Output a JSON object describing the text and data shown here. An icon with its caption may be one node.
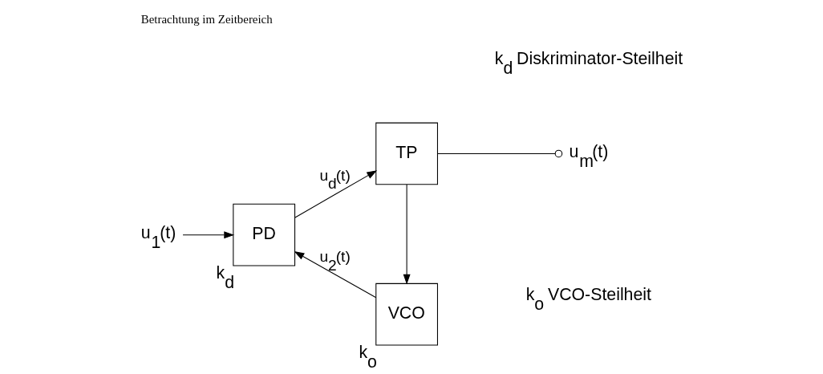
{
  "diagram": {
    "title": "Betrachtung im Zeitbereich",
    "nodes": [
      {
        "text": [
          "u$_{1}$(t)"
        ]
      },
      {
        "text": [
          "PD"
        ],
        "beside": [
          "k$_{d}$"
        ]
      },
      {
        "text": [
          "TP"
        ]
      },
      {
        "text": [
          "u$_{m}$(t)"
        ]
      },
      {
        "text": [
          "VCO"
        ],
        "beside": [
          "k$_{o}$"
        ]
      }
    ],
    "edges": [
      {
        "from": 0,
        "to": 1,
        "arrow": "to"
      },
      {
        "from": 1,
        "to": 2,
        "arrow": "to",
        "label": "u$_{d}$(t)"
      },
      {
        "from": 2,
        "to": 3,
        "arrow": "other"
      },
      {
        "from": 2,
        "to": 4,
        "arrow": "to"
      },
      {
        "from": 4,
        "to": 1,
        "arrow": "to",
        "label": "u$_{2}$(t)"
      }
    ],
    "labels": [
      "k$_{o}$ VCO-Steilheit",
      "k$_{d}$ Diskriminator-Steilheit"
    ]
  }
}
